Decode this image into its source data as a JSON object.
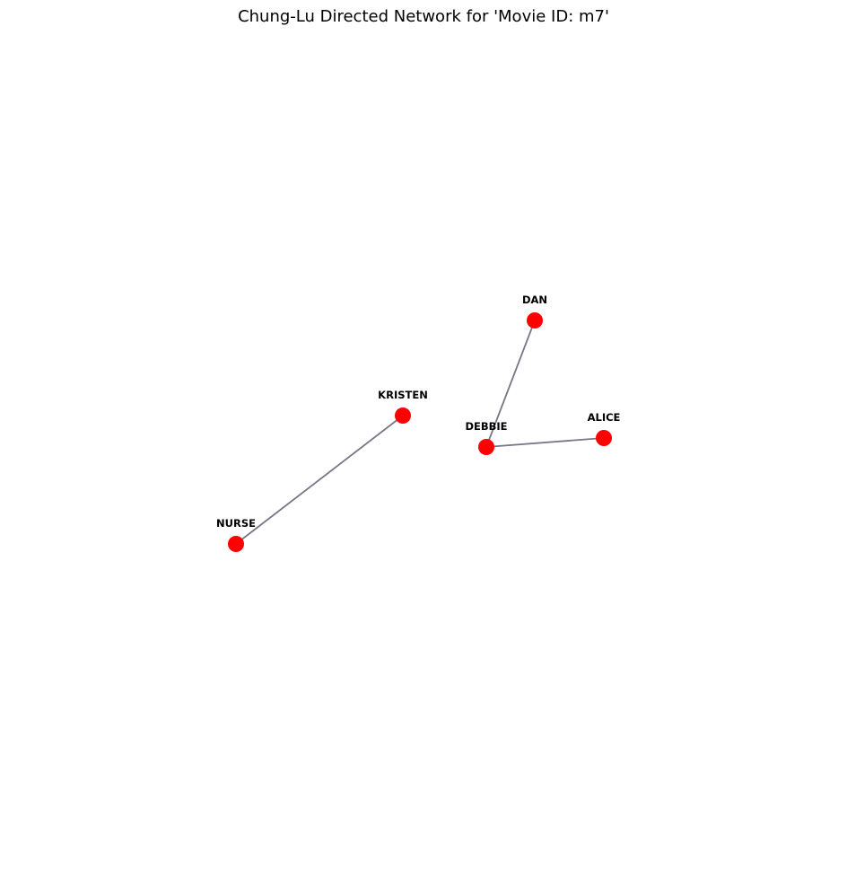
{
  "title": "Chung-Lu Directed Network for 'Movie ID: m7'",
  "colors": {
    "node": "#ff0000",
    "edge": "#777788",
    "label": "#000000"
  },
  "chart_data": {
    "type": "network",
    "title": "Chung-Lu Directed Network for 'Movie ID: m7'",
    "nodes": [
      {
        "id": "DAN",
        "label": "DAN"
      },
      {
        "id": "KRISTEN",
        "label": "KRISTEN"
      },
      {
        "id": "DEBBIE",
        "label": "DEBBIE"
      },
      {
        "id": "ALICE",
        "label": "ALICE"
      },
      {
        "id": "NURSE",
        "label": "NURSE"
      }
    ],
    "edges": [
      {
        "source": "DEBBIE",
        "target": "DAN"
      },
      {
        "source": "DEBBIE",
        "target": "ALICE"
      },
      {
        "source": "NURSE",
        "target": "KRISTEN"
      }
    ],
    "grid": false,
    "axes_visible": false
  }
}
